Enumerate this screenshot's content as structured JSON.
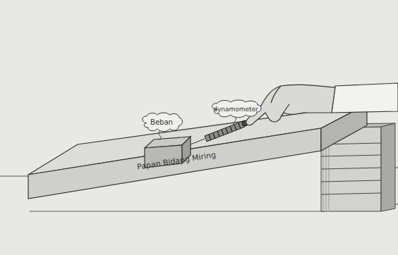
{
  "diagram": {
    "nodes": [
      {
        "text": [
          "Beban"
        ]
      },
      {
        "text": [
          "dynamometer"
        ]
      },
      {
        "text": [
          "Papan Bidang Miring"
        ]
      }
    ]
  }
}
